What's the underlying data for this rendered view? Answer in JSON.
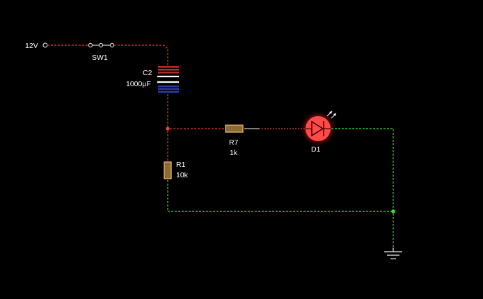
{
  "source": {
    "label": "12V"
  },
  "switch": {
    "label": "SW1",
    "state": "closed"
  },
  "capacitor": {
    "label": "C2",
    "value": "1000µF"
  },
  "resistor_r7": {
    "label": "R7",
    "value": "1k"
  },
  "resistor_r1": {
    "label": "R1",
    "value": "10k"
  },
  "led": {
    "label": "D1",
    "state": "lit",
    "color": "#ff3b3b"
  },
  "colors": {
    "background": "#000000",
    "wire_high": "#c23a32",
    "wire_low": "#24c02a",
    "component": "#c9c9c9",
    "resistor_body": "#b08a4a"
  }
}
